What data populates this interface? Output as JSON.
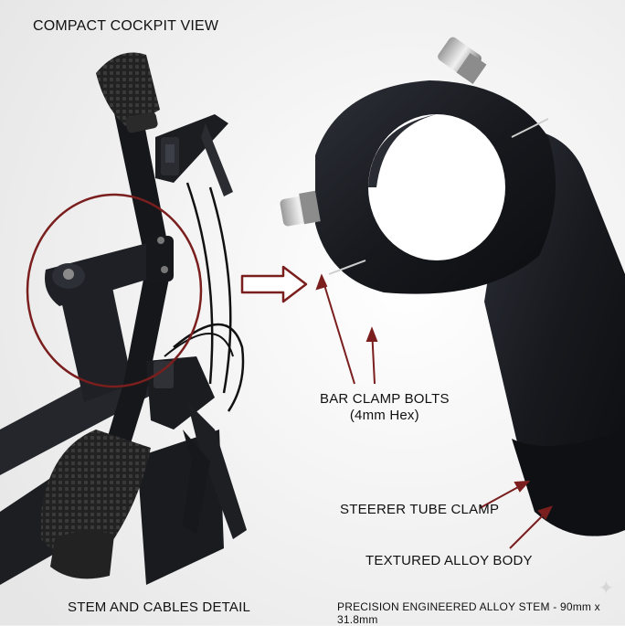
{
  "title": "COMPACT COCKPIT VIEW",
  "labels": {
    "bar_clamp_bolts_line1": "BAR CLAMP BOLTS",
    "bar_clamp_bolts_line2": "(4mm Hex)",
    "steerer_tube_clamp": "STEERER TUBE CLAMP",
    "textured_alloy_body": "TEXTURED ALLOY BODY"
  },
  "footer": {
    "left": "STEM AND CABLES DETAIL",
    "right": "PRECISION ENGINEERED ALLOY STEM - 90mm x 31.8mm"
  },
  "colors": {
    "background": "#f1f1f1",
    "accent": "#7a1e1e",
    "hardware": "#1b1d22",
    "text": "#111111"
  },
  "icons": [
    "sparkle-icon"
  ]
}
